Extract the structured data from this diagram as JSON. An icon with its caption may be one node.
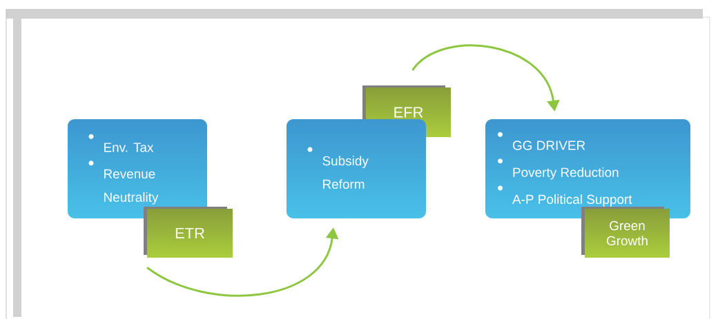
{
  "diagram": {
    "nodes": [
      {
        "text": [
          "Env. Tax",
          "Revenue Neutrality"
        ]
      },
      {
        "text": [
          "ETR"
        ]
      },
      {
        "text": [
          "EFR"
        ]
      },
      {
        "text": [
          "Subsidy Reform"
        ]
      },
      {
        "text": [
          "GG DRIVER",
          "Poverty Reduction",
          "A-P Political Support"
        ]
      },
      {
        "text": [
          "Green Growth"
        ]
      }
    ],
    "edges": [
      {
        "from": 1,
        "to": 3,
        "arrow": "to"
      },
      {
        "from": 2,
        "to": 4,
        "arrow": "to"
      }
    ]
  }
}
